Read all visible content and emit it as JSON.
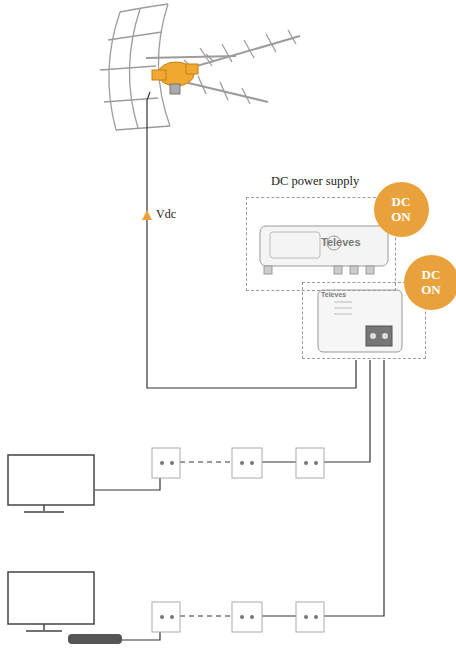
{
  "diagram": {
    "nodes": [
      {
        "text": [
          "DC power supply",
          "Televes"
        ]
      },
      {
        "text": [
          "DC ON"
        ]
      },
      {
        "text": [
          "Televes"
        ]
      },
      {
        "text": [
          "DC ON"
        ]
      }
    ],
    "labels": [
      "Vdc"
    ]
  }
}
